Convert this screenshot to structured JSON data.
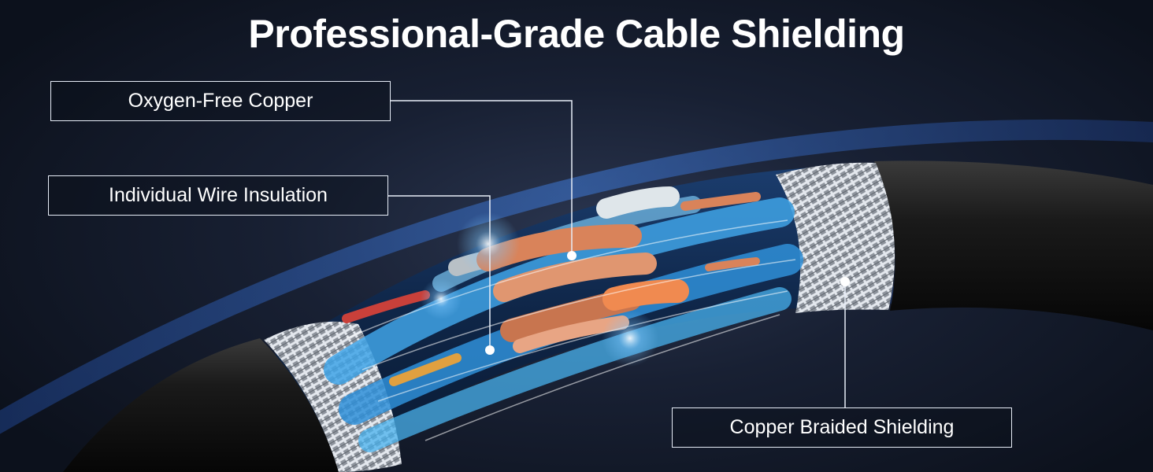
{
  "title": "Professional-Grade Cable Shielding",
  "callouts": {
    "oxygen_free_copper": "Oxygen-Free Copper",
    "wire_insulation": "Individual Wire Insulation",
    "braided_shielding": "Copper Braided Shielding"
  },
  "colors": {
    "background": "#0c111c",
    "outer_jacket": "#131313",
    "ring_glow": "#3a6fd0",
    "insulation_blue": "#3fa3e6",
    "copper": "#d9835a",
    "braid": "#b9bec6",
    "label_border": "#e8eef8"
  }
}
